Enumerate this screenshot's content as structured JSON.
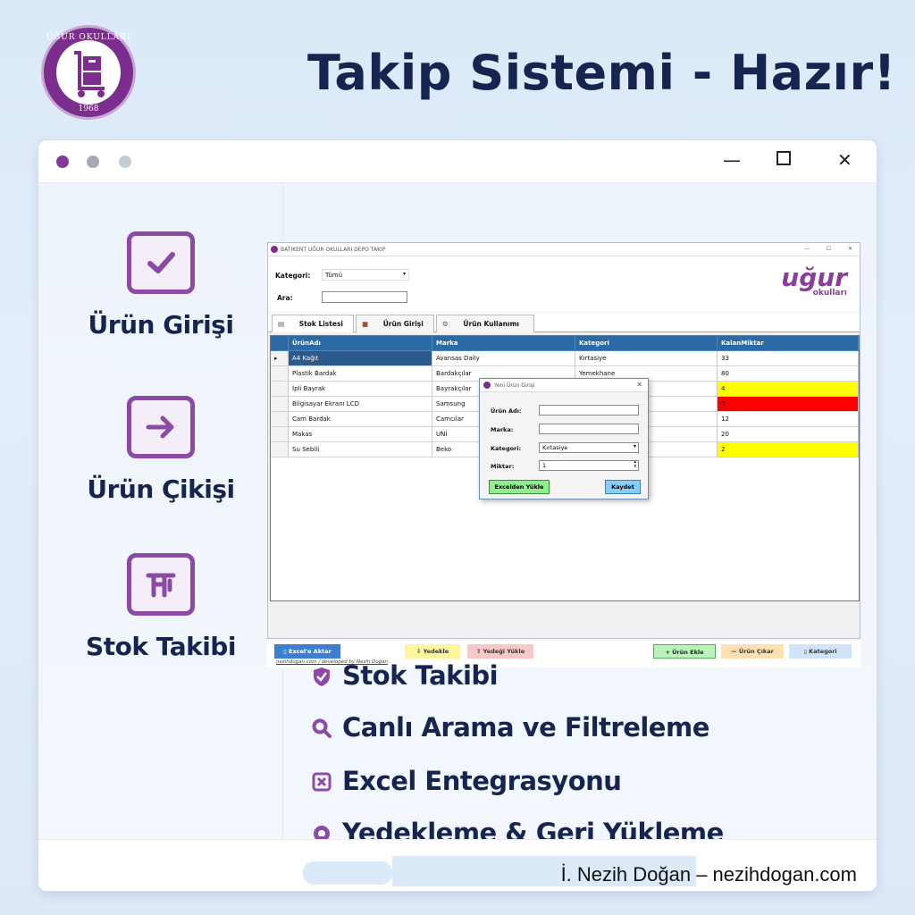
{
  "header": {
    "logo_text": "UĞUR OKULLARI",
    "logo_year": "1968",
    "title": "Takip Sistemi - Hazır!"
  },
  "features": [
    {
      "label": "Ürün Girişi",
      "icon": "check-icon"
    },
    {
      "label": "Ürün Çikişi",
      "icon": "arrow-right-icon"
    },
    {
      "label": "Stok Takibi",
      "icon": "stock-icon"
    }
  ],
  "app": {
    "window_title": "BATIKENT UĞUR OKULLARI DEPO TAKIP",
    "window_controls": [
      "—",
      "☐",
      "✕"
    ],
    "category_label": "Kategori:",
    "category_value": "Tümü",
    "search_label": "Ara:",
    "search_value": "",
    "brand": "uğur",
    "brand_sub": "okulları",
    "tabs": [
      "Stok Listesi",
      "Ürün Girişi",
      "Ürün Kullanımı"
    ],
    "columns": [
      "ÜrünAdı",
      "Marka",
      "Kategori",
      "KalanMiktar"
    ],
    "rows": [
      {
        "name": "A4 Kağıt",
        "brand": "Avansas Daily",
        "category": "Kırtasiye",
        "qty": "33",
        "highlight": "#ffffff"
      },
      {
        "name": "Plastik Bardak",
        "brand": "Bardakçılar",
        "category": "Yemekhane",
        "qty": "80",
        "highlight": "#ffffff"
      },
      {
        "name": "İpli Bayrak",
        "brand": "Bayrakçılar",
        "category": "",
        "qty": "4",
        "highlight": "#ffff00"
      },
      {
        "name": "Bilgisayar Ekranı LCD",
        "brand": "Samsung",
        "category": "",
        "qty": "0",
        "highlight": "#ff0000"
      },
      {
        "name": "Cam Bardak",
        "brand": "Camcılar",
        "category": "",
        "qty": "12",
        "highlight": "#ffffff"
      },
      {
        "name": "Makas",
        "brand": "UNİ",
        "category": "",
        "qty": "20",
        "highlight": "#ffffff"
      },
      {
        "name": "Su Sebili",
        "brand": "Beko",
        "category": "",
        "qty": "2",
        "highlight": "#ffff00"
      }
    ],
    "dialog": {
      "title": "Yeni Ürün Girişi",
      "name_label": "Ürün Adı:",
      "brand_label": "Marka:",
      "category_label": "Kategori:",
      "category_value": "Kırtasiye",
      "qty_label": "Miktar:",
      "qty_value": "1",
      "excel_button": "Excelden Yükle",
      "save_button": "Kaydet"
    },
    "bottom": {
      "excel_export": "Excel'e Aktar",
      "backup": "Yedekle",
      "restore": "Yedeği Yükle",
      "add": "Ürün Ekle",
      "remove": "Ürün Çıkar",
      "category": "Kategori",
      "credit": "nezihdogan.com / developed by Nezih Doğan"
    }
  },
  "bullets": [
    {
      "text": "Stok Takibi",
      "icon": "shield-check-icon"
    },
    {
      "text": "Canlı Arama ve Filtreleme",
      "icon": "search-icon"
    },
    {
      "text": "Excel Entegrasyonu",
      "icon": "excel-icon"
    },
    {
      "text": "Yedekleme & Geri Yükleme",
      "icon": "backup-icon"
    }
  ],
  "footer": {
    "credit": "İ. Nezih Doğan – nezihdogan.com"
  },
  "colors": {
    "accent": "#8c4aa6",
    "navy": "#15254f",
    "grid_header": "#2c6aa6"
  }
}
